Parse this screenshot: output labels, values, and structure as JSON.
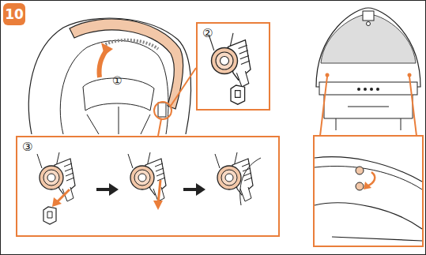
{
  "diagram": {
    "nodes": [
      {
        "text": [
          "10"
        ]
      },
      {
        "text": [
          "②"
        ]
      },
      {
        "text": [
          "③"
        ]
      }
    ],
    "labels": [
      "①"
    ]
  }
}
